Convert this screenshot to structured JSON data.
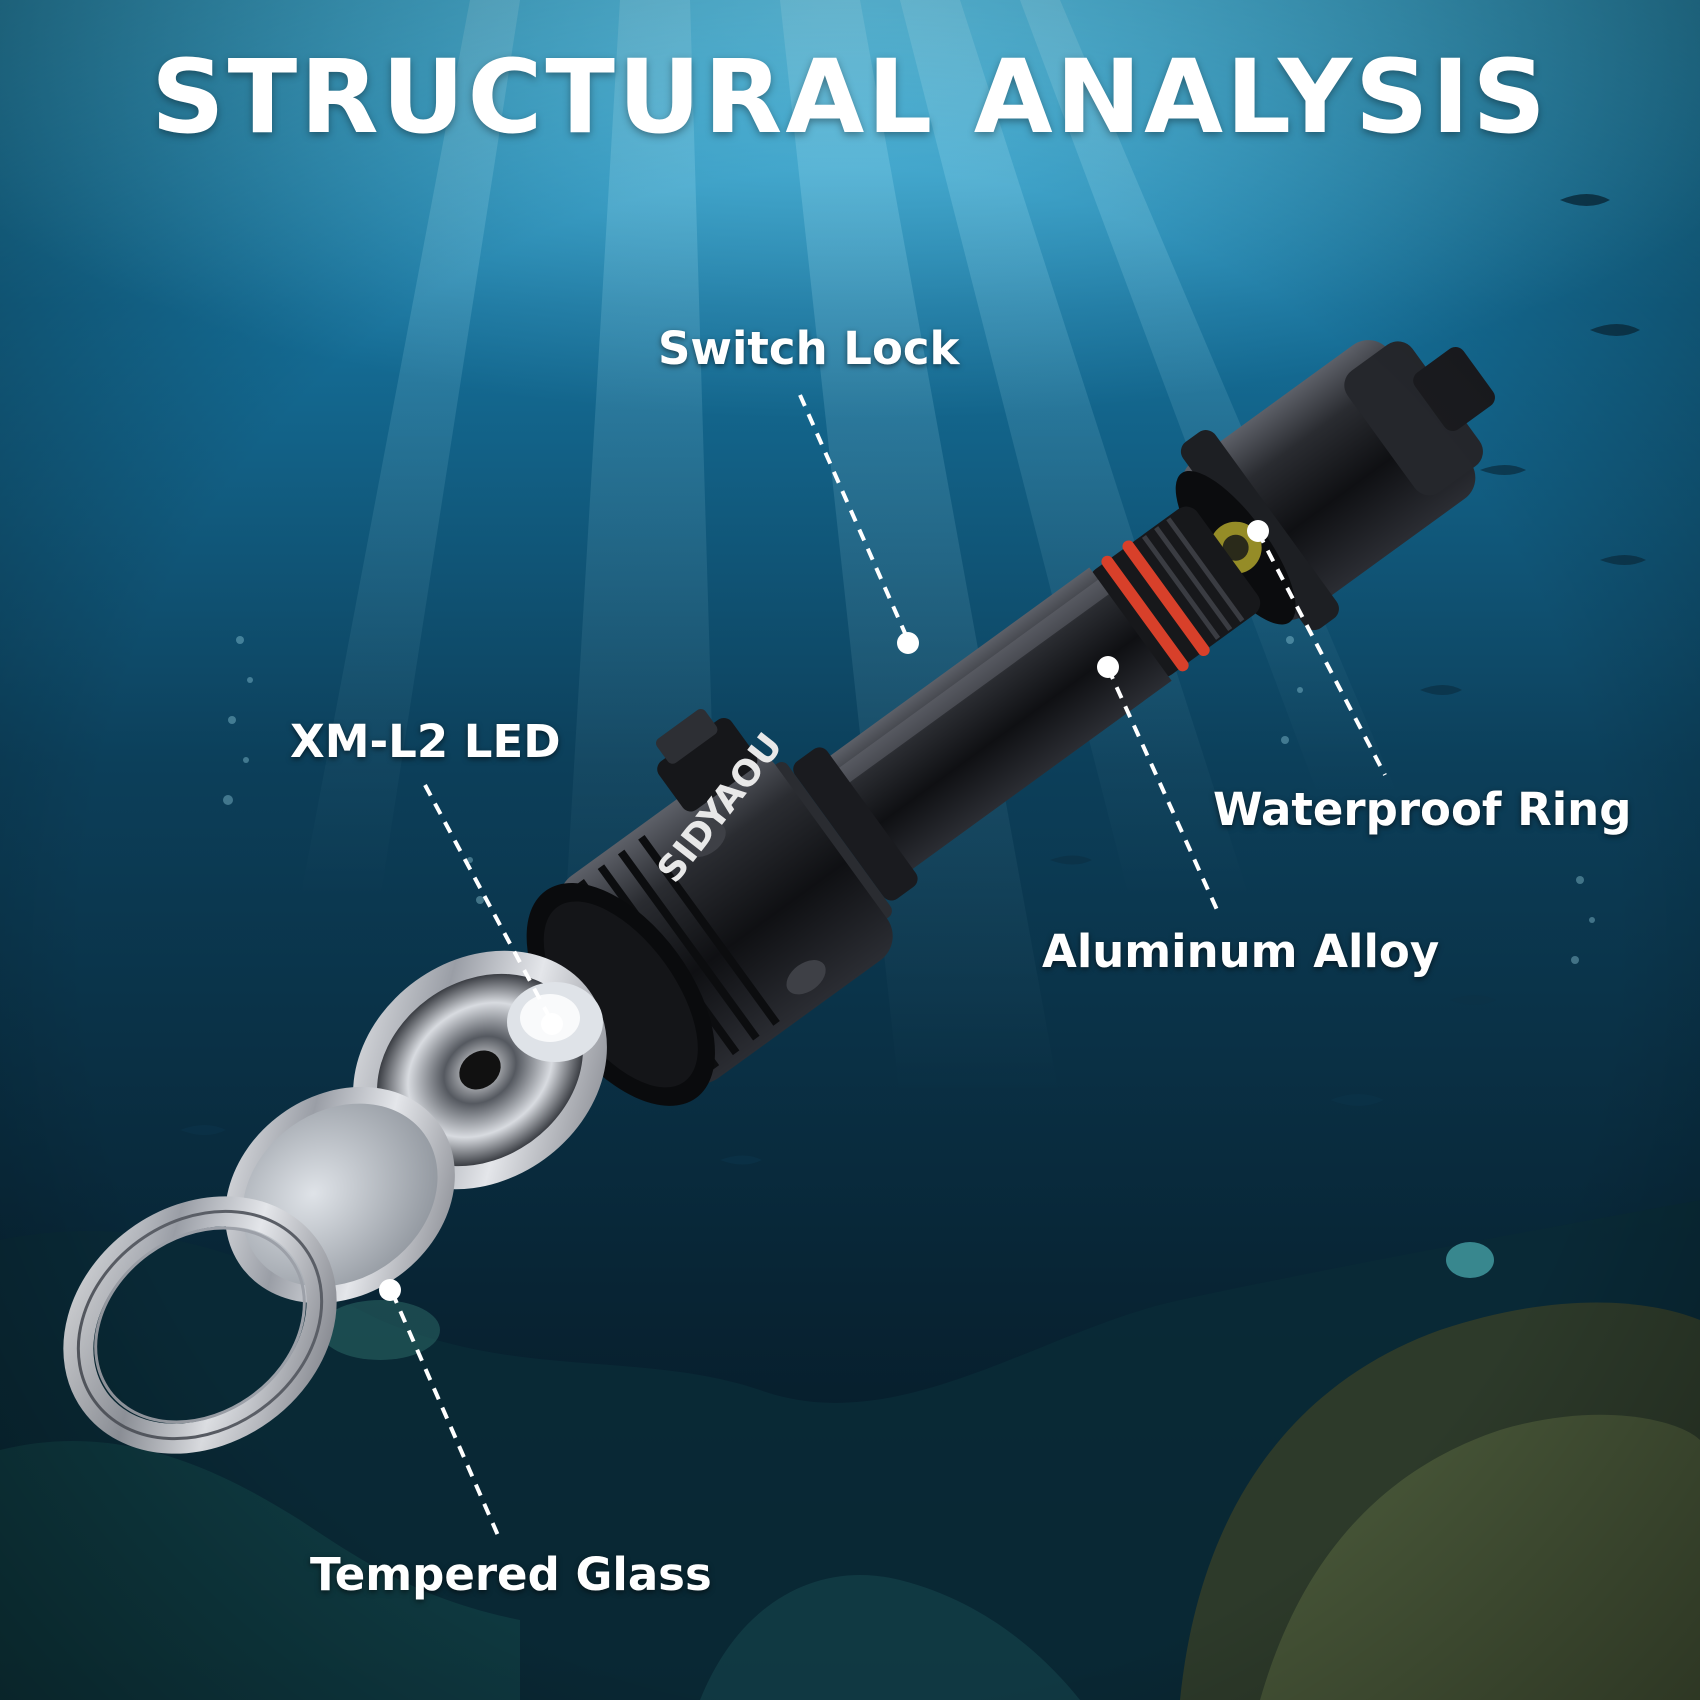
{
  "title": "STRUCTURAL ANALYSIS",
  "brand_logo_text": "SIDYAOU",
  "callouts": {
    "switch_lock": "Switch Lock",
    "xm_l2_led": "XM-L2 LED",
    "waterproof_ring": "Waterproof Ring",
    "aluminum_alloy": "Aluminum Alloy",
    "tempered_glass": "Tempered Glass"
  },
  "colors": {
    "water_top": "#1a8fc0",
    "water_deep": "#071a28",
    "body_black": "#141518",
    "ring_red": "#d8402a",
    "metal_silver": "#c9ccd1",
    "label_white": "#ffffff"
  }
}
